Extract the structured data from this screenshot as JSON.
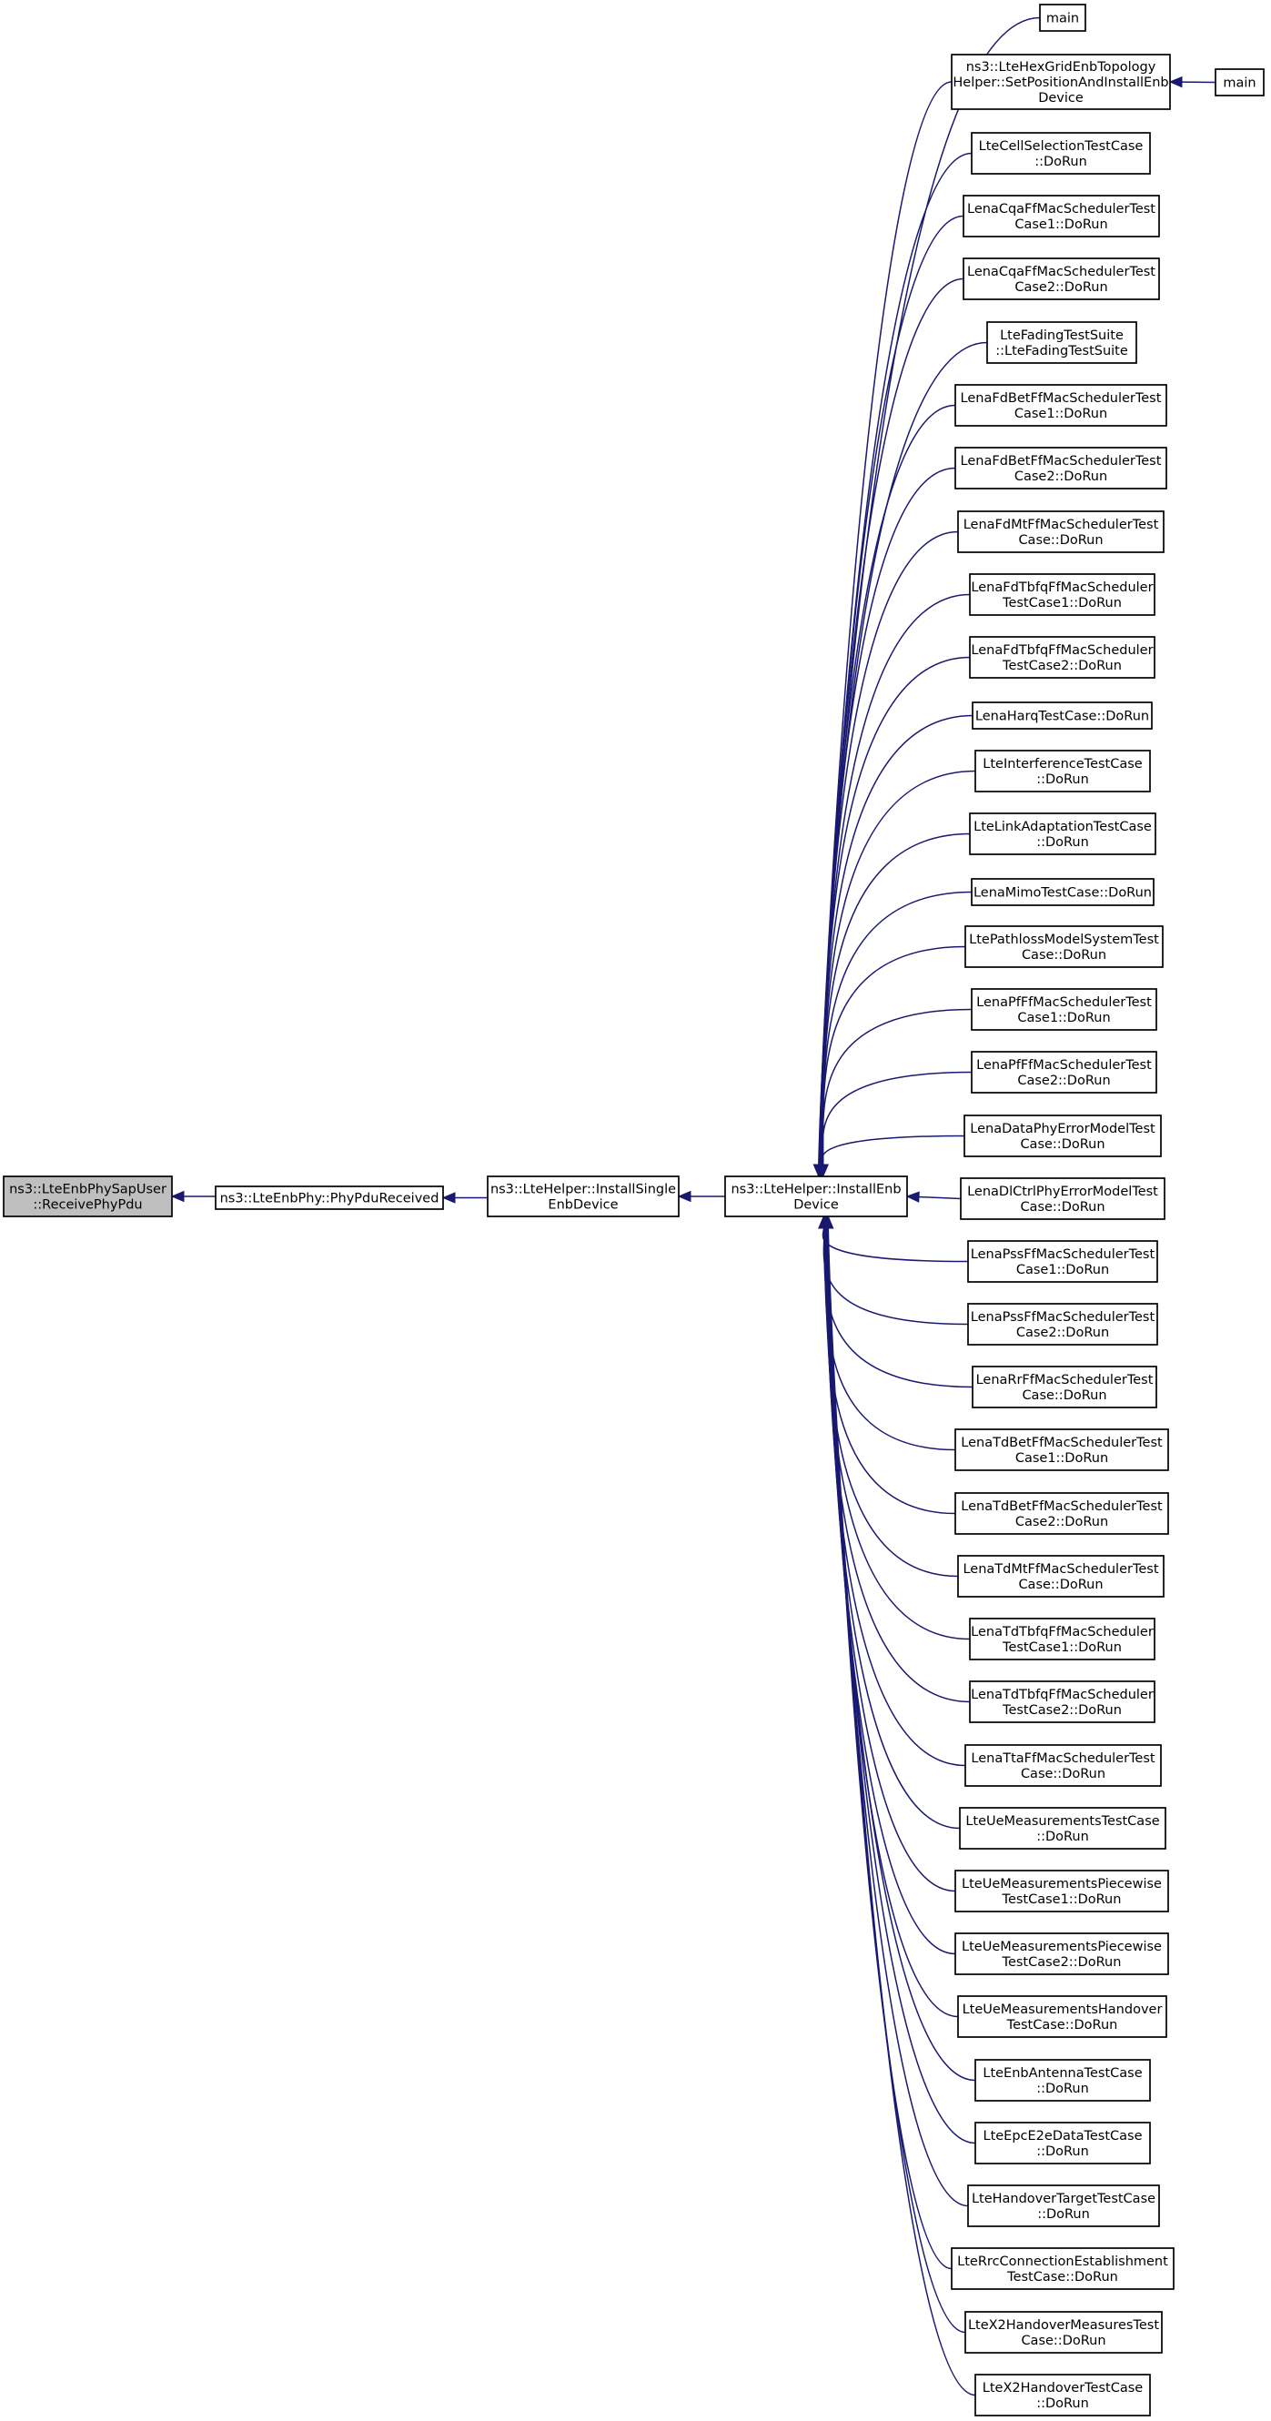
{
  "diagram": {
    "type": "call-graph",
    "root": "ns3::LteEnbPhySapUser\n::ReceivePhyPdu",
    "chain": [
      "ns3::LteEnbPhy::PhyPduReceived",
      "ns3::LteHelper::InstallSingle\nEnbDevice",
      "ns3::LteHelper::InstallEnb\nDevice"
    ],
    "callers": [
      {
        "label": "main"
      },
      {
        "label": "ns3::LteHexGridEnbTopology\nHelper::SetPositionAndInstallEnb\nDevice",
        "caller": "main"
      },
      {
        "label": "LteCellSelectionTestCase\n::DoRun"
      },
      {
        "label": "LenaCqaFfMacSchedulerTest\nCase1::DoRun"
      },
      {
        "label": "LenaCqaFfMacSchedulerTest\nCase2::DoRun"
      },
      {
        "label": "LteFadingTestSuite\n::LteFadingTestSuite"
      },
      {
        "label": "LenaFdBetFfMacSchedulerTest\nCase1::DoRun"
      },
      {
        "label": "LenaFdBetFfMacSchedulerTest\nCase2::DoRun"
      },
      {
        "label": "LenaFdMtFfMacSchedulerTest\nCase::DoRun"
      },
      {
        "label": "LenaFdTbfqFfMacScheduler\nTestCase1::DoRun"
      },
      {
        "label": "LenaFdTbfqFfMacScheduler\nTestCase2::DoRun"
      },
      {
        "label": "LenaHarqTestCase::DoRun"
      },
      {
        "label": "LteInterferenceTestCase\n::DoRun"
      },
      {
        "label": "LteLinkAdaptationTestCase\n::DoRun"
      },
      {
        "label": "LenaMimoTestCase::DoRun"
      },
      {
        "label": "LtePathlossModelSystemTest\nCase::DoRun"
      },
      {
        "label": "LenaPfFfMacSchedulerTest\nCase1::DoRun"
      },
      {
        "label": "LenaPfFfMacSchedulerTest\nCase2::DoRun"
      },
      {
        "label": "LenaDataPhyErrorModelTest\nCase::DoRun"
      },
      {
        "label": "LenaDlCtrlPhyErrorModelTest\nCase::DoRun"
      },
      {
        "label": "LenaPssFfMacSchedulerTest\nCase1::DoRun"
      },
      {
        "label": "LenaPssFfMacSchedulerTest\nCase2::DoRun"
      },
      {
        "label": "LenaRrFfMacSchedulerTest\nCase::DoRun"
      },
      {
        "label": "LenaTdBetFfMacSchedulerTest\nCase1::DoRun"
      },
      {
        "label": "LenaTdBetFfMacSchedulerTest\nCase2::DoRun"
      },
      {
        "label": "LenaTdMtFfMacSchedulerTest\nCase::DoRun"
      },
      {
        "label": "LenaTdTbfqFfMacScheduler\nTestCase1::DoRun"
      },
      {
        "label": "LenaTdTbfqFfMacScheduler\nTestCase2::DoRun"
      },
      {
        "label": "LenaTtaFfMacSchedulerTest\nCase::DoRun"
      },
      {
        "label": "LteUeMeasurementsTestCase\n::DoRun"
      },
      {
        "label": "LteUeMeasurementsPiecewise\nTestCase1::DoRun"
      },
      {
        "label": "LteUeMeasurementsPiecewise\nTestCase2::DoRun"
      },
      {
        "label": "LteUeMeasurementsHandover\nTestCase::DoRun"
      },
      {
        "label": "LteEnbAntennaTestCase\n::DoRun"
      },
      {
        "label": "LteEpcE2eDataTestCase\n::DoRun"
      },
      {
        "label": "LteHandoverTargetTestCase\n::DoRun"
      },
      {
        "label": "LteRrcConnectionEstablishment\nTestCase::DoRun"
      },
      {
        "label": "LteX2HandoverMeasuresTest\nCase::DoRun"
      },
      {
        "label": "LteX2HandoverTestCase\n::DoRun"
      }
    ]
  }
}
